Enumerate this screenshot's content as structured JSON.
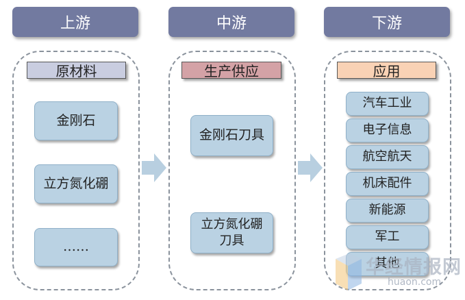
{
  "stages": {
    "upstream": {
      "header": "上游",
      "tag": "原材料",
      "items": [
        "金刚石",
        "立方氮化硼",
        "……"
      ]
    },
    "midstream": {
      "header": "中游",
      "tag": "生产供应",
      "items": [
        "金刚石刀具",
        "立方氮化硼\n刀具"
      ]
    },
    "downstream": {
      "header": "下游",
      "tag": "应用",
      "items": [
        "汽车工业",
        "电子信息",
        "航空航天",
        "机床配件",
        "新能源",
        "军工",
        "其他"
      ]
    }
  },
  "colors": {
    "header_bg": "#727aa0",
    "box_bg": "#bad2e3",
    "arrow": "#b8cfe0",
    "tag_upstream": "#c9cde0",
    "tag_midstream": "#d4a2a6",
    "tag_downstream": "#f9d2b5"
  },
  "watermark": {
    "brand": "华经情报网",
    "url": "huaon.com"
  }
}
